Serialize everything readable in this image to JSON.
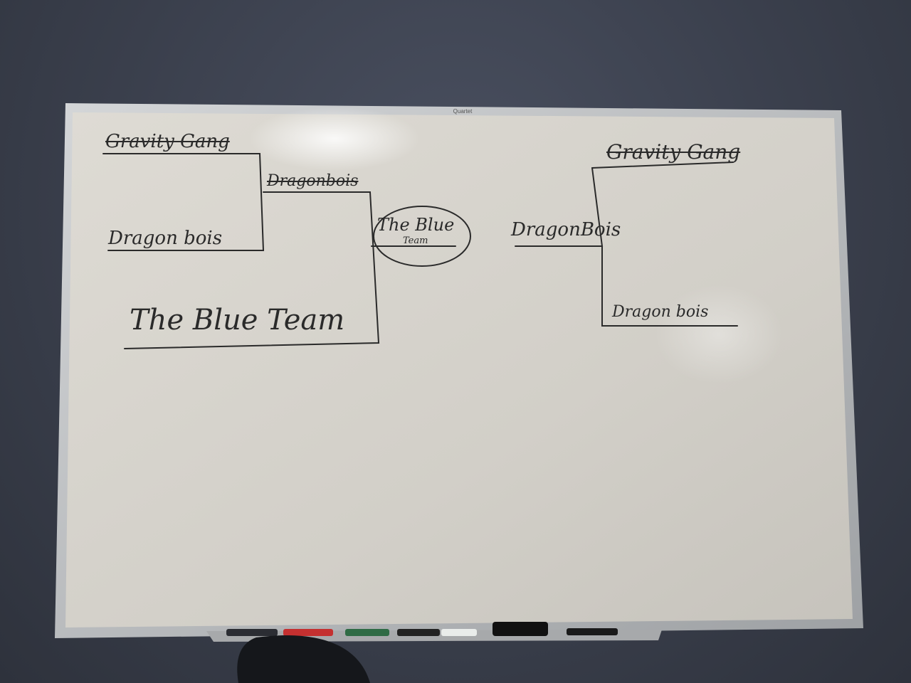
{
  "board": {
    "brand": "Quartet",
    "left_bracket": {
      "round1_top": "Gravity Gang",
      "round1_bottom": "Dragon bois",
      "round2_top": "Dragonbois",
      "round2_bottom": "The Blue Team",
      "winner_line1": "The Blue",
      "winner_line2": "Team"
    },
    "right_bracket": {
      "top": "Gravity Gang",
      "middle": "DragonBois",
      "bottom": "Dragon bois"
    }
  },
  "colors": {
    "wall": "#3a3f4c",
    "board_surface": "#d6d3cc",
    "frame": "#b9bbbd",
    "marker_ink": "#2a2a2a"
  }
}
